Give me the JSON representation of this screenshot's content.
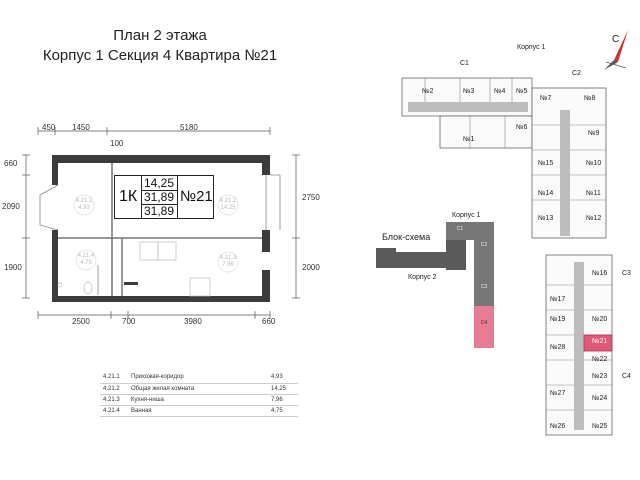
{
  "title": {
    "line1": "План 2 этажа",
    "line2": "Корпус 1 Секция 4 Квартира №21"
  },
  "dimensions": {
    "top": [
      "450",
      "1450",
      "5180",
      "100"
    ],
    "bottom": [
      "2500",
      "700",
      "3980",
      "660"
    ],
    "left": [
      "660",
      "2090",
      "1900"
    ],
    "right": [
      "2750",
      "2000"
    ]
  },
  "apartment": {
    "rooms_label": "1К",
    "number": "№21",
    "living_area": "14,25",
    "total_area": "31,89",
    "total_area_2": "31,89"
  },
  "room_tags": [
    {
      "code": "4.21.1",
      "area": "4.93"
    },
    {
      "code": "4.21.2",
      "area": "14.25"
    },
    {
      "code": "4.21.3",
      "area": "7.96"
    },
    {
      "code": "4.21.4",
      "area": "4.75"
    }
  ],
  "explication": [
    {
      "code": "4.21.1",
      "name": "Прихожая-коридор",
      "area": "4,93"
    },
    {
      "code": "4.21.2",
      "name": "Общая жилая комната",
      "area": "14,25"
    },
    {
      "code": "4.21.3",
      "name": "Кухня-ниша",
      "area": "7,96"
    },
    {
      "code": "4.21.4",
      "name": "Ванная",
      "area": "4,75"
    }
  ],
  "floor_plan": {
    "korpus_label": "Корпус 1",
    "sections": [
      "С1",
      "С2",
      "С3",
      "С4"
    ],
    "apartments": [
      "№1",
      "№2",
      "№3",
      "№4",
      "№5",
      "№6",
      "№7",
      "№8",
      "№9",
      "№10",
      "№11",
      "№12",
      "№13",
      "№14",
      "№15",
      "№16",
      "№17",
      "№19",
      "№20",
      "№21",
      "№22",
      "№23",
      "№24",
      "№25",
      "№26",
      "№27",
      "№28"
    ],
    "highlighted": "№21",
    "highlight_color": "#e05a78"
  },
  "block_scheme": {
    "title": "Блок-схема",
    "korpus1": "Корпус 1",
    "korpus2": "Корпус 2",
    "blocks": [
      "С1",
      "С2",
      "С3",
      "С4"
    ],
    "highlighted": "С4",
    "highlight_color": "#e77c94"
  },
  "compass": {
    "letter": "С"
  }
}
